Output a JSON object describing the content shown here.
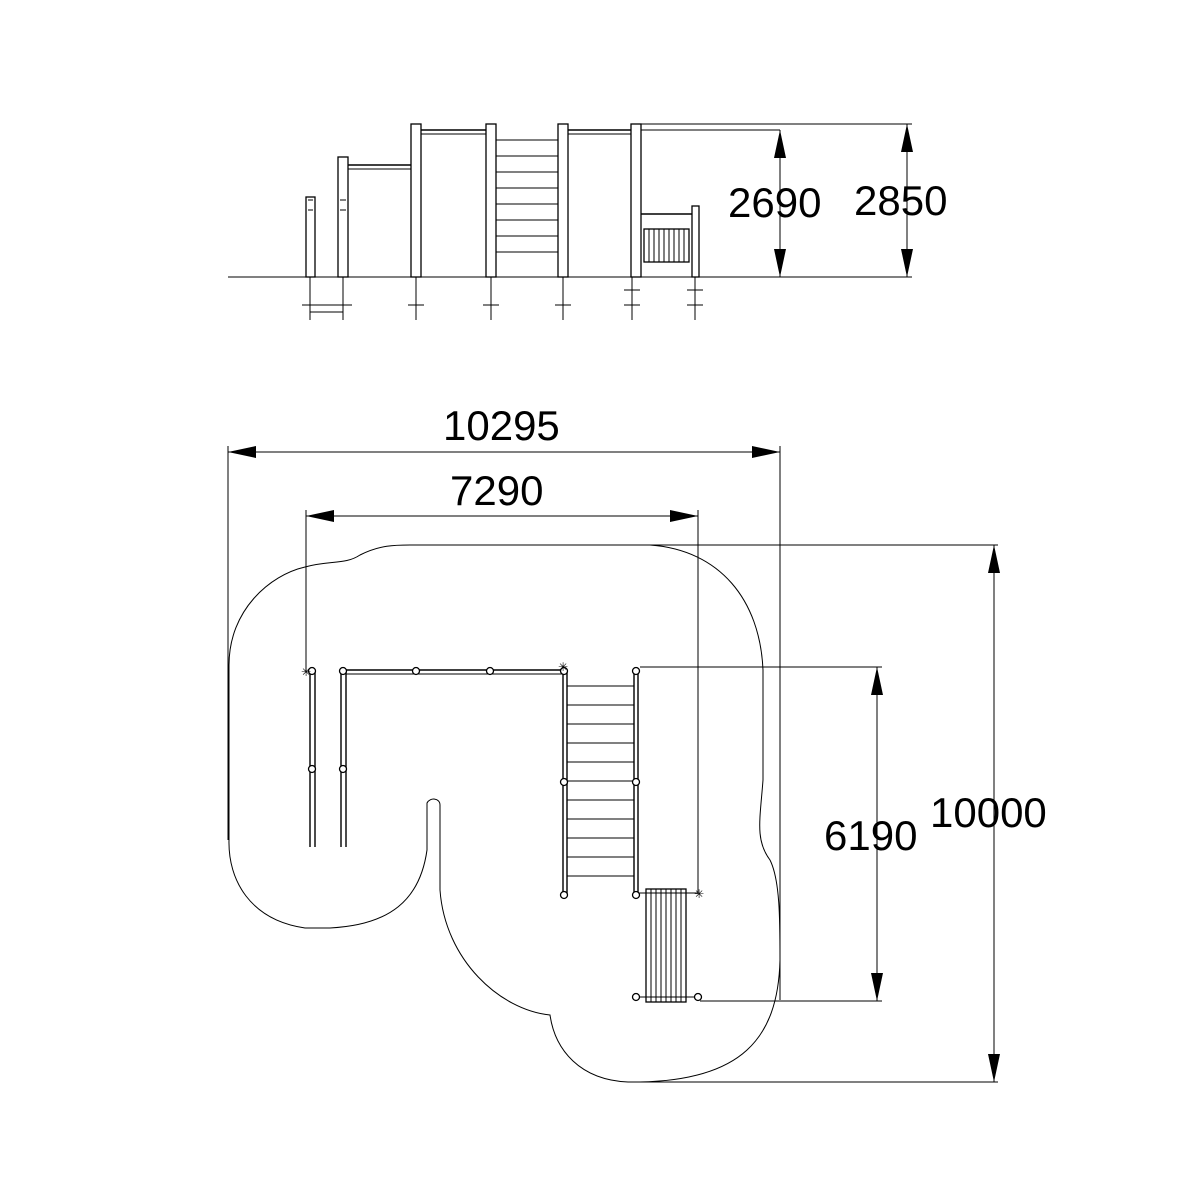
{
  "elevation_view": {
    "dimensions": [
      {
        "id": "height-inner",
        "value": "2690"
      },
      {
        "id": "height-outer",
        "value": "2850"
      }
    ]
  },
  "plan_view": {
    "dimensions": [
      {
        "id": "width-overall",
        "value": "10295"
      },
      {
        "id": "width-equipment",
        "value": "7290"
      },
      {
        "id": "depth-equipment",
        "value": "6190"
      },
      {
        "id": "depth-overall",
        "value": "10000"
      }
    ]
  }
}
